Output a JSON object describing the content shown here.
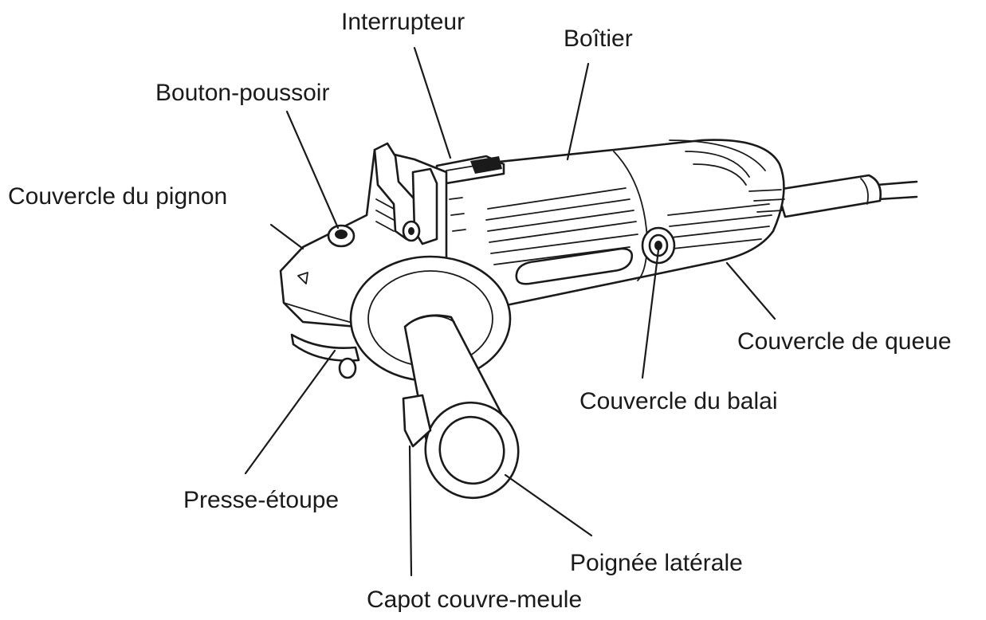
{
  "labels": {
    "interrupteur": "Interrupteur",
    "boitier": "Boîtier",
    "bouton_poussoir": "Bouton-poussoir",
    "couvercle_pignon": "Couvercle du pignon",
    "couvercle_queue": "Couvercle de queue",
    "couvercle_balai": "Couvercle du balai",
    "presse_etoupe": "Presse-étoupe",
    "poignee_laterale": "Poignée latérale",
    "capot_couvre_meule": "Capot couvre-meule"
  },
  "colors": {
    "ink": "#1a1a1a",
    "background": "#ffffff"
  }
}
